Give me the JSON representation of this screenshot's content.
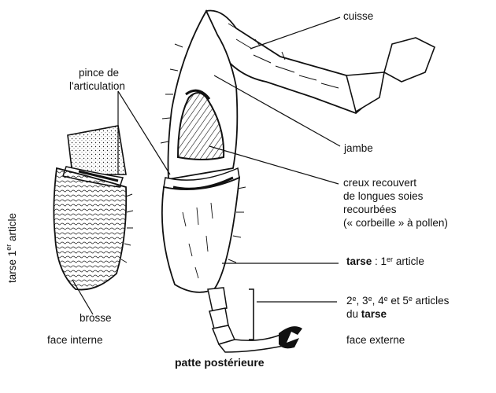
{
  "diagram": {
    "caption": "patte postérieure",
    "views": {
      "internal": "face interne",
      "external": "face externe"
    },
    "labels": {
      "cuisse": "cuisse",
      "pince_line1": "pince de",
      "pince_line2": "l'articulation",
      "jambe": "jambe",
      "creux_line1": "creux recouvert",
      "creux_line2": "de longues soies",
      "creux_line3": "recourbées",
      "creux_line4": "(« corbeille » à pollen)",
      "tarse_bold": "tarse",
      "tarse_rest_pre": " : 1",
      "tarse_rest_sup": "er",
      "tarse_rest_post": " article",
      "articles_n2": "2",
      "articles_sup_e": "e",
      "articles_sep": ", ",
      "articles_n3": "3",
      "articles_n4": "4",
      "articles_et": " et ",
      "articles_n5": "5",
      "articles_word": " articles",
      "du": "du ",
      "tarse2_bold": "tarse",
      "brosse": "brosse",
      "vert_tarse": "tarse 1",
      "vert_sup": "er",
      "vert_article": " article"
    },
    "colors": {
      "ink": "#111111",
      "background": "#ffffff"
    }
  }
}
